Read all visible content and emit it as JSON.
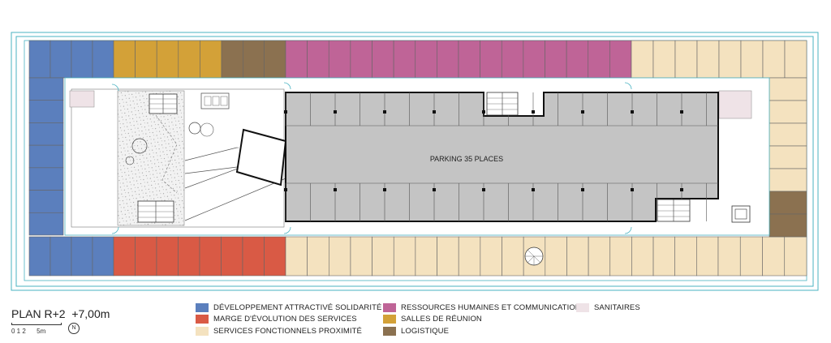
{
  "plan": {
    "title": "PLAN R+2",
    "level": "+7,00m",
    "scale_labels": "0 1 2      5m",
    "north_label": "N",
    "parking_label": "PARKING 35 PLACES"
  },
  "legend": [
    {
      "id": "dev",
      "label": "DÉVELOPPEMENT ATTRACTIVÉ SOLIDARITÉ",
      "color": "#5b7fbd"
    },
    {
      "id": "marge",
      "label": "MARGE D'ÉVOLUTION DES SERVICES",
      "color": "#d95a45"
    },
    {
      "id": "services",
      "label": "SERVICES FONCTIONNELS PROXIMITÉ",
      "color": "#f4e2bf"
    },
    {
      "id": "rh",
      "label": "RESSOURCES HUMAINES ET COMMUNICATION",
      "color": "#bf6497"
    },
    {
      "id": "salles",
      "label": "SALLES DE RÉUNION",
      "color": "#d3a138"
    },
    {
      "id": "logistique",
      "label": "LOGISTIQUE",
      "color": "#8b7150"
    },
    {
      "id": "sanitaires",
      "label": "SANITAIRES",
      "color": "#efe3e7"
    }
  ],
  "colors": {
    "parking": "#c4c4c4",
    "outline": "#4ab3c2",
    "wall": "#333333"
  }
}
